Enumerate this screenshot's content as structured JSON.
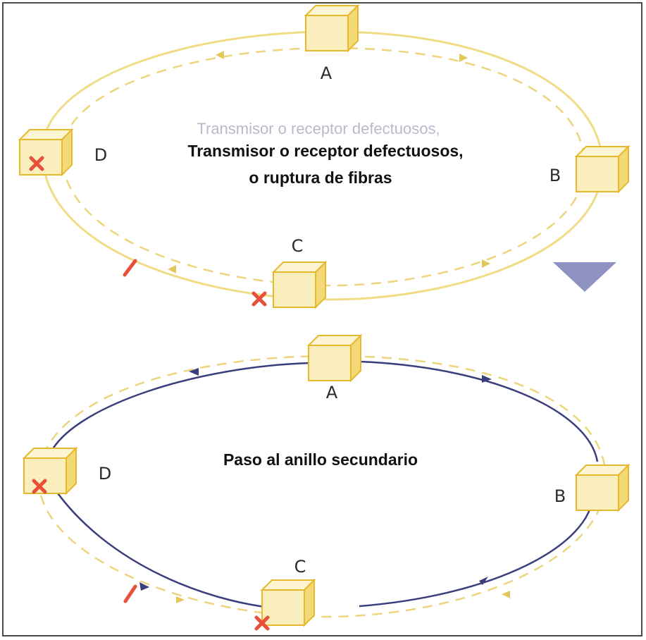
{
  "colors": {
    "primary_ring": "#f1dc86",
    "secondary_ring": "#3a3e7c",
    "node_fill": "#fbeebd",
    "node_edge": "#e6b92c",
    "fault": "#e8503a",
    "arrow_down": "#8e92c0"
  },
  "top_diagram": {
    "caption_line1": "Transmisor o receptor defectuosos,",
    "caption_line2": "o ruptura de fibras",
    "caption_ghost": "Transmisor o receptor defectuosos,",
    "nodes": {
      "a": "A",
      "b": "B",
      "c": "C",
      "d": "D"
    }
  },
  "transition": {
    "icon": "arrow-down-icon"
  },
  "bottom_diagram": {
    "caption": "Paso al anillo secundario",
    "nodes": {
      "a": "A",
      "b": "B",
      "c": "C",
      "d": "D"
    }
  }
}
